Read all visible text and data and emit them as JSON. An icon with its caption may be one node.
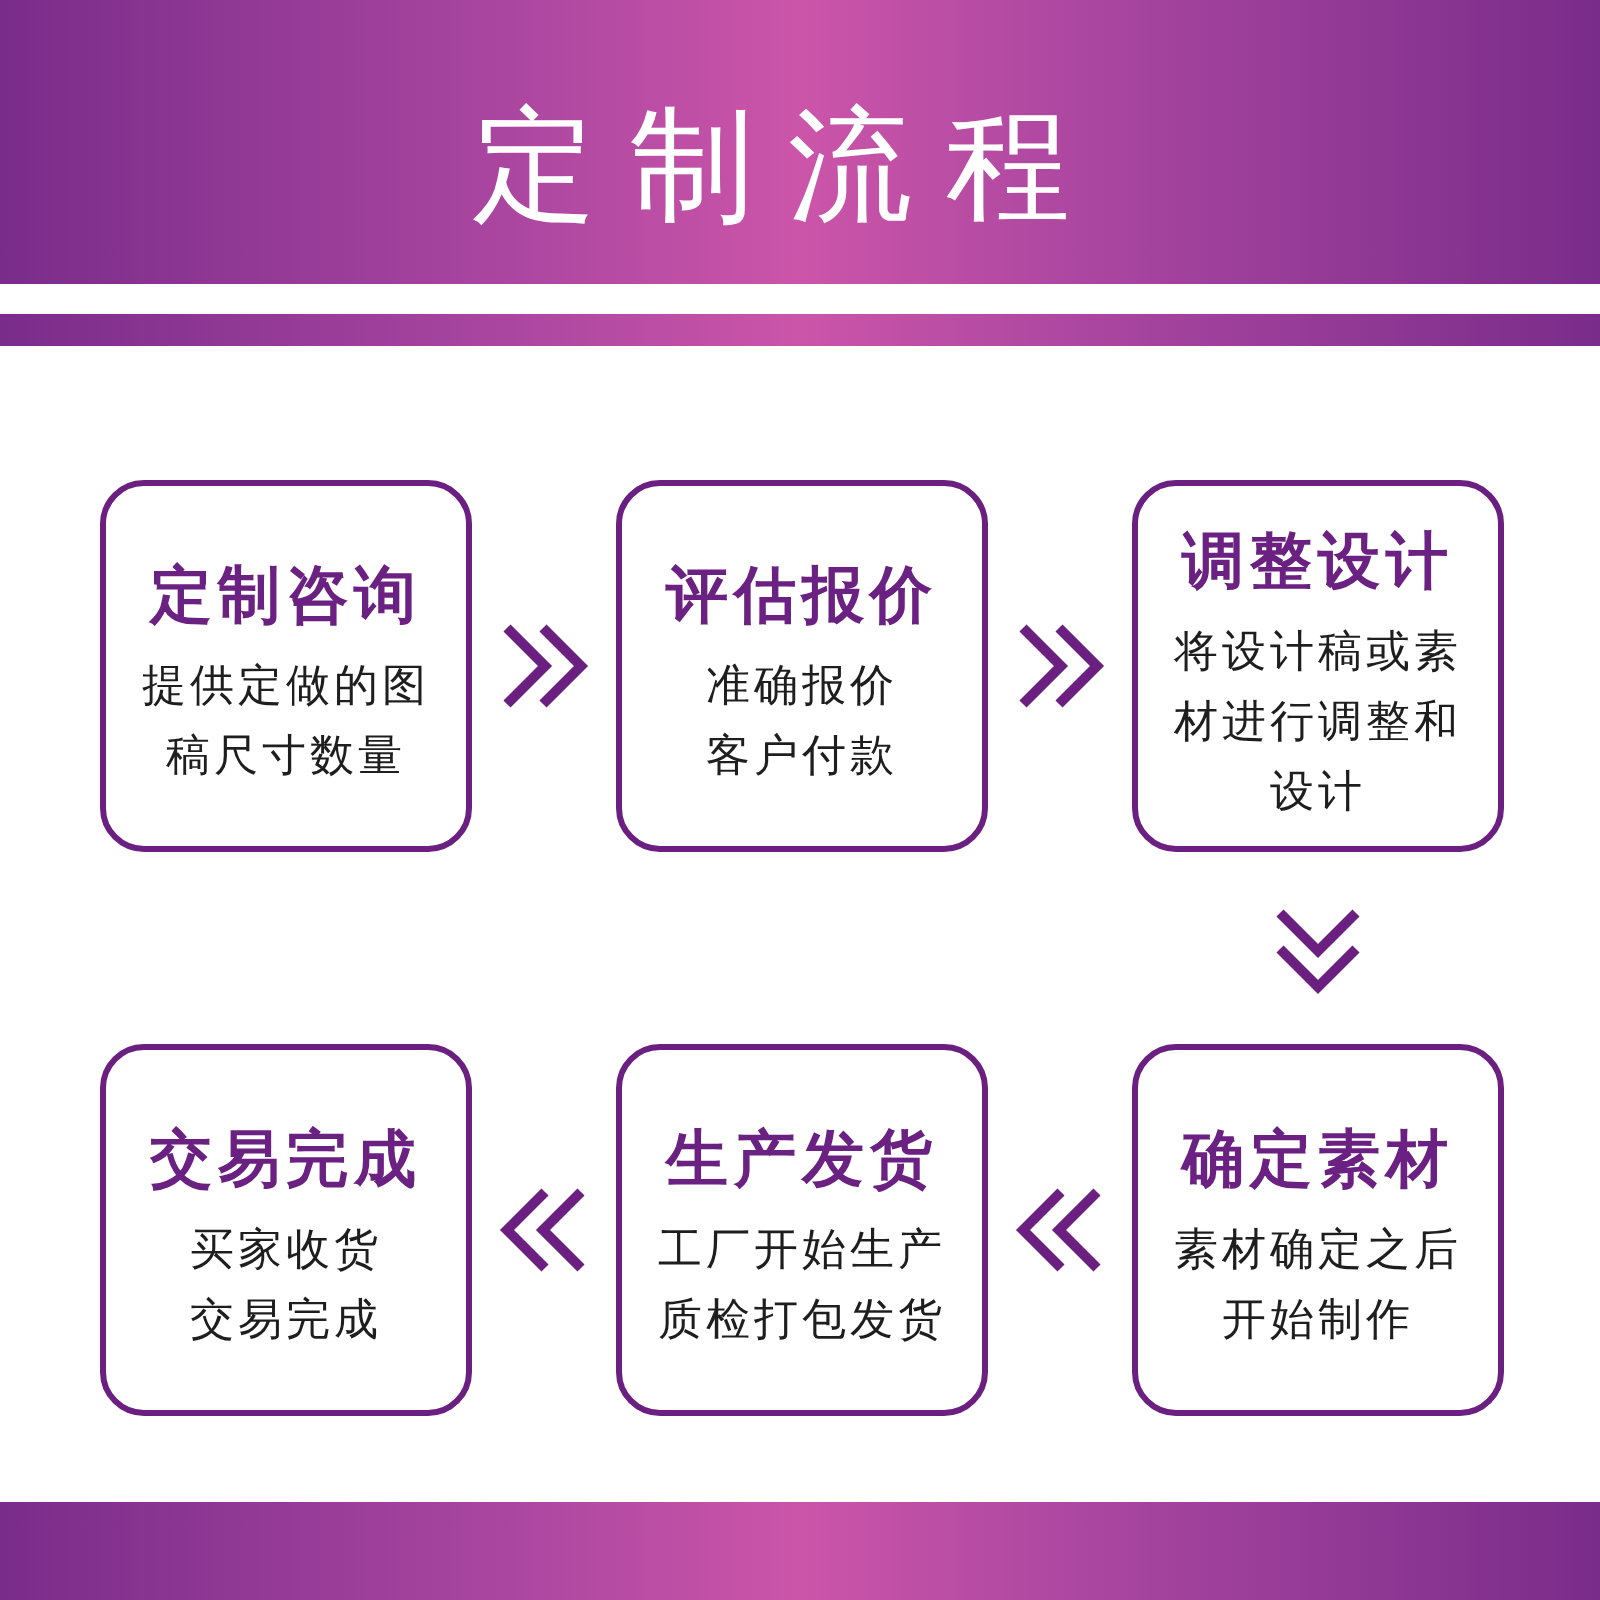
{
  "diagram": {
    "title": "定制流程",
    "nodes": [
      {
        "text": [
          "定制咨询",
          "提供定做的图稿尺寸数量"
        ]
      },
      {
        "text": [
          "评估报价",
          "准确报价客户付款"
        ]
      },
      {
        "text": [
          "调整设计",
          "将设计稿或素材进行调整和设计"
        ]
      },
      {
        "text": [
          "交易完成",
          "买家收货交易完成"
        ]
      },
      {
        "text": [
          "生产发货",
          "工厂开始生产质检打包发货"
        ]
      },
      {
        "text": [
          "确定素材",
          "素材确定之后开始制作"
        ]
      }
    ],
    "edges": [
      {
        "from": 0,
        "to": 1,
        "arrow": "to"
      },
      {
        "from": 1,
        "to": 2,
        "arrow": "to"
      },
      {
        "from": 2,
        "to": 5,
        "arrow": "to"
      },
      {
        "from": 5,
        "to": 4,
        "arrow": "to"
      },
      {
        "from": 4,
        "to": 3,
        "arrow": "to"
      }
    ]
  }
}
